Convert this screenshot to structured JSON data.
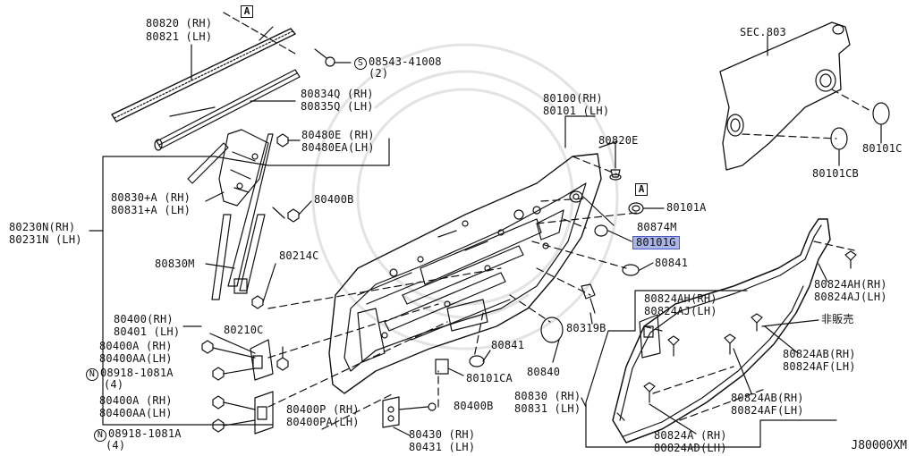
{
  "labels": {
    "p80820": "80820 (RH)",
    "p80821": "80821 (LH)",
    "p08543": "08543-41008",
    "p08543qty": "(2)",
    "p80834": "80834Q (RH)",
    "p80835": "80835Q (LH)",
    "p80480e": "80480E (RH)",
    "p80480ea": "80480EA(LH)",
    "p80830a": "80830+A (RH)",
    "p80831a": "80831+A (LH)",
    "p80230n": "80230N(RH)",
    "p80231n": "80231N (LH)",
    "p80400b": "80400B",
    "p80830m": "80830M",
    "p80214c": "80214C",
    "p80100": "80100(RH)",
    "p80101": "80101 (LH)",
    "p80820e": "80820E",
    "p80101a": "80101A",
    "p80874m": "80874M",
    "p80101g": "80101G",
    "p80841a": "80841",
    "p80400": "80400(RH)",
    "p80401": "80401 (LH)",
    "p80210c": "80210C",
    "p80400a1": "80400A (RH)",
    "p80400aa1": "80400AA(LH)",
    "p08918a": "08918-1081A",
    "p08918aqty": "(4)",
    "p80400a2": "80400A (RH)",
    "p80400aa2": "80400AA(LH)",
    "p80400p": "80400P (RH)",
    "p80400pa": "80400PA(LH)",
    "p08918b": "08918-1081A",
    "p08918bqty": "(4)",
    "p80319b": "80319B",
    "p80841b": "80841",
    "p80101ca": "80101CA",
    "p80840": "80840",
    "p80400d": "80400B",
    "p80430": "80430 (RH)",
    "p80431": "80431 (LH)",
    "p80830": "80830 (RH)",
    "p80831": "80831 (LH)",
    "p80824ah1": "80824AH(RH)",
    "p80824aj1": "80824AJ(LH)",
    "p80824ah2": "80824AH(RH)",
    "p80824aj2": "80824AJ(LH)",
    "p_hanbai": "非販売",
    "p80824ab1": "80824AB(RH)",
    "p80824af1": "80824AF(LH)",
    "p80824ab2": "80824AB(RH)",
    "p80824af2": "80824AF(LH)",
    "p80824a": "80824A (RH)",
    "p80824ad": "80824AD(LH)",
    "sec803": "SEC.803",
    "p80101cb": "80101CB",
    "p80101c": "80101C"
  },
  "symbols": {
    "s": "S",
    "n": "N",
    "callout_a": "A"
  },
  "diagram_code": "J80000XM"
}
